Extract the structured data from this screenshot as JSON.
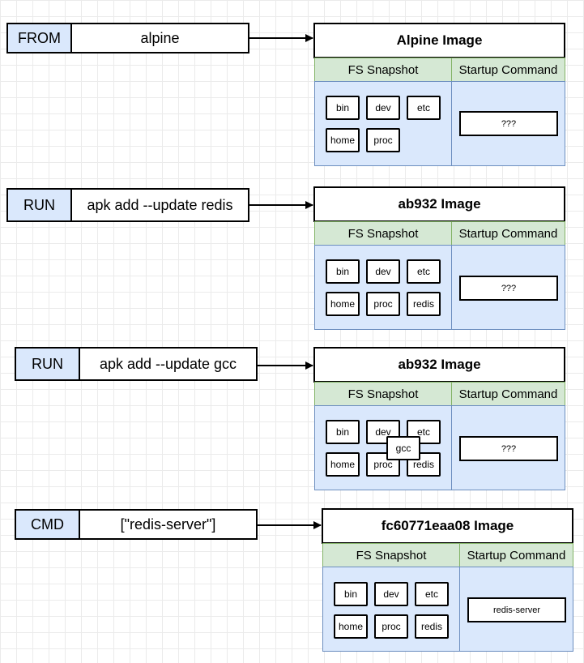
{
  "steps": [
    {
      "instruction": {
        "keyword": "FROM",
        "argument": "alpine"
      },
      "image": {
        "title": "Alpine Image",
        "fs_header": "FS Snapshot",
        "cmd_header": "Startup Command",
        "folders": [
          "bin",
          "dev",
          "etc",
          "home",
          "proc"
        ],
        "startup_command": "???"
      }
    },
    {
      "instruction": {
        "keyword": "RUN",
        "argument": "apk add --update redis"
      },
      "image": {
        "title": "ab932 Image",
        "fs_header": "FS Snapshot",
        "cmd_header": "Startup Command",
        "folders": [
          "bin",
          "dev",
          "etc",
          "home",
          "proc",
          "redis"
        ],
        "startup_command": "???"
      }
    },
    {
      "instruction": {
        "keyword": "RUN",
        "argument": "apk add --update gcc"
      },
      "image": {
        "title": "ab932 Image",
        "fs_header": "FS Snapshot",
        "cmd_header": "Startup Command",
        "folders": [
          "bin",
          "dev",
          "etc",
          "home",
          "proc",
          "redis"
        ],
        "overlay_folder": "gcc",
        "startup_command": "???"
      }
    },
    {
      "instruction": {
        "keyword": "CMD",
        "argument": "[\"redis-server\"]"
      },
      "image": {
        "title": "fc60771eaa08 Image",
        "fs_header": "FS Snapshot",
        "cmd_header": "Startup Command",
        "folders": [
          "bin",
          "dev",
          "etc",
          "home",
          "proc",
          "redis"
        ],
        "startup_command": "redis-server"
      }
    }
  ]
}
